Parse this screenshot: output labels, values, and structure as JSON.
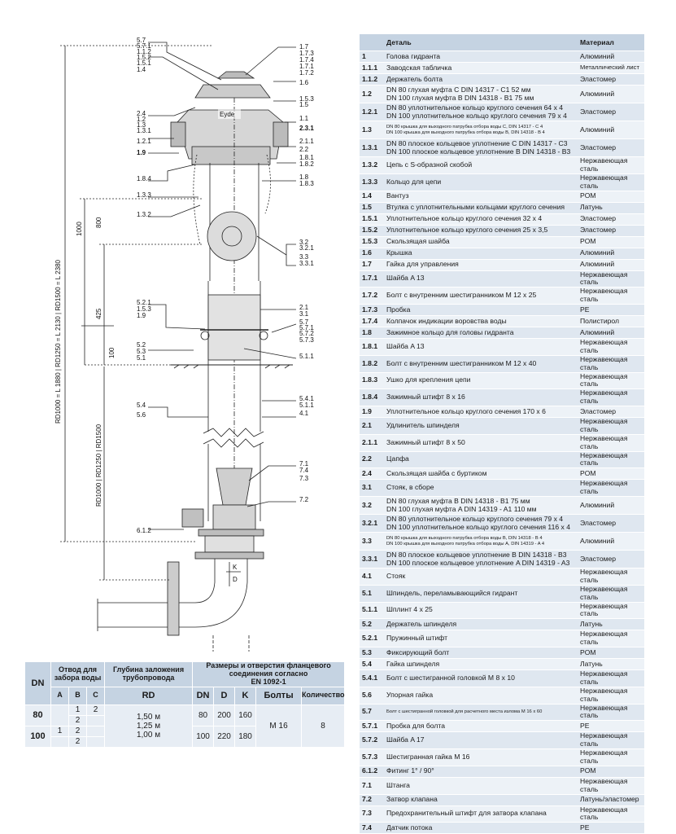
{
  "drawing": {
    "left_labels": [
      {
        "id": "5.7",
        "text": "5.7"
      },
      {
        "id": "5.7.1",
        "text": "5.7.1"
      },
      {
        "id": "1.1.2",
        "text": "1.1.2"
      },
      {
        "id": "1.5.2",
        "text": "1.5.2"
      },
      {
        "id": "1.5.1",
        "text": "1.5.1"
      },
      {
        "id": "1.4",
        "text": "1.4"
      },
      {
        "id": "2.4",
        "text": "2.4"
      },
      {
        "id": "1.2",
        "text": "1.2"
      },
      {
        "id": "1.3",
        "text": "1.3"
      },
      {
        "id": "1.3.1",
        "text": "1.3.1"
      },
      {
        "id": "1.2.1",
        "text": "1.2.1"
      },
      {
        "id": "1.9",
        "text": "1.9"
      },
      {
        "id": "1.8.4",
        "text": "1.8.4"
      },
      {
        "id": "1.3.3",
        "text": "1.3.3"
      },
      {
        "id": "1.3.2",
        "text": "1.3.2"
      },
      {
        "id": "5.2.1",
        "text": "5.2.1"
      },
      {
        "id": "1.5.3b",
        "text": "1.5.3"
      },
      {
        "id": "1.9b",
        "text": "1.9"
      },
      {
        "id": "5.2",
        "text": "5.2"
      },
      {
        "id": "5.3",
        "text": "5.3"
      },
      {
        "id": "5.1",
        "text": "5.1"
      },
      {
        "id": "5.4",
        "text": "5.4"
      },
      {
        "id": "5.6",
        "text": "5.6"
      },
      {
        "id": "6.1.2",
        "text": "6.1.2"
      }
    ],
    "right_labels": [
      {
        "id": "1.7",
        "text": "1.7"
      },
      {
        "id": "1.7.3",
        "text": "1.7.3"
      },
      {
        "id": "1.7.4",
        "text": "1.7.4"
      },
      {
        "id": "1.7.1",
        "text": "1.7.1"
      },
      {
        "id": "1.7.2",
        "text": "1.7.2"
      },
      {
        "id": "1.6",
        "text": "1.6"
      },
      {
        "id": "1.5.3",
        "text": "1.5.3"
      },
      {
        "id": "1.5",
        "text": "1.5"
      },
      {
        "id": "1.1",
        "text": "1.1"
      },
      {
        "id": "2.3.1",
        "text": "2.3.1"
      },
      {
        "id": "2.1.1",
        "text": "2.1.1"
      },
      {
        "id": "2.2",
        "text": "2.2"
      },
      {
        "id": "1.8.1",
        "text": "1.8.1"
      },
      {
        "id": "1.8.2",
        "text": "1.8.2"
      },
      {
        "id": "1.8",
        "text": "1.8"
      },
      {
        "id": "1.8.3",
        "text": "1.8.3"
      },
      {
        "id": "3.2",
        "text": "3.2"
      },
      {
        "id": "3.2.1",
        "text": "3.2.1"
      },
      {
        "id": "3.3",
        "text": "3.3"
      },
      {
        "id": "3.3.1",
        "text": "3.3.1"
      },
      {
        "id": "2.1",
        "text": "2.1"
      },
      {
        "id": "3.1",
        "text": "3.1"
      },
      {
        "id": "5.7b",
        "text": "5.7"
      },
      {
        "id": "5.7.1b",
        "text": "5.7.1"
      },
      {
        "id": "5.7.2",
        "text": "5.7.2"
      },
      {
        "id": "5.7.3",
        "text": "5.7.3"
      },
      {
        "id": "5.1.1",
        "text": "5.1.1"
      },
      {
        "id": "5.4.1",
        "text": "5.4.1"
      },
      {
        "id": "5.1.1b",
        "text": "5.1.1"
      },
      {
        "id": "4.1",
        "text": "4.1"
      },
      {
        "id": "7.1",
        "text": "7.1"
      },
      {
        "id": "7.4",
        "text": "7.4"
      },
      {
        "id": "7.3",
        "text": "7.3"
      },
      {
        "id": "7.2",
        "text": "7.2"
      }
    ],
    "dim_main": "RD1000 = L 1880 | RD1250 = L 2130 | RD1500 = L 2380",
    "dim_1000": "1000",
    "dim_800": "800",
    "dim_425": "425",
    "dim_100": "100",
    "dim_rd": "RD1000 | RD1250 | RD1500",
    "dim_k": "K",
    "dim_d": "D",
    "brand": "Eyde"
  },
  "parts_table": {
    "headers": {
      "part": "Деталь",
      "material": "Материал"
    },
    "rows": [
      {
        "code": "1",
        "name": "Голова гидранта",
        "material": "Алюминий"
      },
      {
        "code": "1.1.1",
        "name": "Заводская табличка",
        "material": "Металлический лист",
        "mat_small": true
      },
      {
        "code": "1.1.2",
        "name": "Держатель болта",
        "material": "Эластомер"
      },
      {
        "code": "1.2",
        "name": "DN 80 глухая муфта C DIN 14317 - C1 52 мм",
        "name2": "DN 100 глухая муфта B DIN 14318 - B1 75 мм",
        "material": "Алюминий"
      },
      {
        "code": "1.2.1",
        "name": "DN 80 уплотнительное кольцо круглого сечения 64 x 4",
        "name2": "DN 100 уплотнительное кольцо круглого сечения 79 x 4",
        "material": "Эластомер"
      },
      {
        "code": "1.3",
        "name": "DN 80 крышка для выходного патрубка отбора воды C, DIN 14317 - C 4",
        "name2": "DN 100 крышка для выходного патрубка отбора воды B, DIN 14318 - B 4",
        "tiny": true,
        "material": "Алюминий"
      },
      {
        "code": "1.3.1",
        "name": "DN 80 плоское кольцевое уплотнение C DIN 14317 - C3",
        "name2": "DN 100 плоское кольцевое уплотнение B DIN 14318 - B3",
        "material": "Эластомер"
      },
      {
        "code": "1.3.2",
        "name": "Цепь с S-образной скобой",
        "material": "Нержавеющая сталь"
      },
      {
        "code": "1.3.3",
        "name": "Кольцо для цепи",
        "material": "Нержавеющая сталь"
      },
      {
        "code": "1.4",
        "name": "Вантуз",
        "material": "POM"
      },
      {
        "code": "1.5",
        "name": "Втулка с уплотнительными кольцами круглого сечения",
        "material": "Латунь"
      },
      {
        "code": "1.5.1",
        "name": "Уплотнительное кольцо круглого сечения 32 x 4",
        "material": "Эластомер"
      },
      {
        "code": "1.5.2",
        "name": "Уплотнительное кольцо круглого сечения 25 x 3,5",
        "material": "Эластомер"
      },
      {
        "code": "1.5.3",
        "name": "Скользящая шайба",
        "material": "POM"
      },
      {
        "code": "1.6",
        "name": "Крышка",
        "material": "Алюминий"
      },
      {
        "code": "1.7",
        "name": "Гайка для управления",
        "material": "Алюминий"
      },
      {
        "code": "1.7.1",
        "name": "Шайба A 13",
        "material": "Нержавеющая сталь"
      },
      {
        "code": "1.7.2",
        "name": "Болт с внутренним шестигранником M 12 x 25",
        "material": "Нержавеющая сталь"
      },
      {
        "code": "1.7.3",
        "name": "Пробка",
        "material": "PE"
      },
      {
        "code": "1.7.4",
        "name": "Колпачок индикации воровства воды",
        "material": "Полистирол"
      },
      {
        "code": "1.8",
        "name": "Зажимное кольцо для головы гидранта",
        "material": "Алюминий"
      },
      {
        "code": "1.8.1",
        "name": "Шайба A 13",
        "material": "Нержавеющая сталь"
      },
      {
        "code": "1.8.2",
        "name": "Болт с внутренним шестигранником M 12 x 40",
        "material": "Нержавеющая сталь"
      },
      {
        "code": "1.8.3",
        "name": "Ушко для крепления цепи",
        "material": "Нержавеющая сталь"
      },
      {
        "code": "1.8.4",
        "name": "Зажимный штифт 8 x 16",
        "material": "Нержавеющая сталь"
      },
      {
        "code": "1.9",
        "name": "Уплотнительное кольцо круглого сечения 170 x 6",
        "material": "Эластомер"
      },
      {
        "code": "2.1",
        "name": "Удлинитель шпинделя",
        "material": "Нержавеющая сталь"
      },
      {
        "code": "2.1.1",
        "name": "Зажимный штифт 8 x 50",
        "material": "Нержавеющая сталь"
      },
      {
        "code": "2.2",
        "name": "Цапфа",
        "material": "Нержавеющая сталь"
      },
      {
        "code": "2.4",
        "name": "Скользящая шайба с буртиком",
        "material": "POM"
      },
      {
        "code": "3.1",
        "name": "Стояк, в сборе",
        "material": "Нержавеющая сталь"
      },
      {
        "code": "3.2",
        "name": "DN 80 глухая муфта B DIN 14318 - B1 75 мм",
        "name2": "DN 100 глухая муфта A DIN 14319 - A1 110 мм",
        "material": "Алюминий"
      },
      {
        "code": "3.2.1",
        "name": "DN 80 уплотнительное кольцо круглого сечения 79 x 4",
        "name2": "DN 100 уплотнительное кольцо круглого сечения 116 x 4",
        "material": "Эластомер"
      },
      {
        "code": "3.3",
        "name": "DN 80 крышка для выходного патрубка отбора воды B, DIN 14318 - B 4",
        "name2": "DN 100 крышка для выходного патрубка отбора воды A, DIN 14319 - A 4",
        "tiny": true,
        "material": "Алюминий"
      },
      {
        "code": "3.3.1",
        "name": "DN 80 плоское кольцевое уплотнение B DIN 14318 - B3",
        "name2": "DN 100 плоское кольцевое уплотнение A DIN 14319 - A3",
        "material": "Эластомер"
      },
      {
        "code": "4.1",
        "name": "Стояк",
        "material": "Нержавеющая сталь"
      },
      {
        "code": "5.1",
        "name": "Шпиндель, переламывающийся гидрант",
        "material": "Нержавеющая сталь"
      },
      {
        "code": "5.1.1",
        "name": "Шплинт 4 x 25",
        "material": "Нержавеющая сталь"
      },
      {
        "code": "5.2",
        "name": "Держатель шпинделя",
        "material": "Латунь"
      },
      {
        "code": "5.2.1",
        "name": "Пружинный штифт",
        "material": "Нержавеющая сталь"
      },
      {
        "code": "5.3",
        "name": "Фиксирующий болт",
        "material": "POM"
      },
      {
        "code": "5.4",
        "name": "Гайка шпинделя",
        "material": "Латунь"
      },
      {
        "code": "5.4.1",
        "name": "Болт с шестигранной головкой M 8 x 10",
        "material": "Нержавеющая сталь"
      },
      {
        "code": "5.6",
        "name": "Упорная гайка",
        "material": "Нержавеющая сталь"
      },
      {
        "code": "5.7",
        "name": "Болт с шестигранной головкой для расчетного места излома M 16 x 60",
        "tiny1": true,
        "material": "Нержавеющая сталь"
      },
      {
        "code": "5.7.1",
        "name": "Пробка для болта",
        "material": "PE"
      },
      {
        "code": "5.7.2",
        "name": "Шайба A 17",
        "material": "Нержавеющая сталь"
      },
      {
        "code": "5.7.3",
        "name": "Шестигранная гайка M 16",
        "material": "Нержавеющая сталь"
      },
      {
        "code": "6.1.2",
        "name": "Фитинг 1° / 90°",
        "material": "POM"
      },
      {
        "code": "7.1",
        "name": "Штанга",
        "material": "Нержавеющая сталь"
      },
      {
        "code": "7.2",
        "name": "Затвор клапана",
        "material": "Латунь/эластомер"
      },
      {
        "code": "7.3",
        "name": "Предохранительный штифт для затвора клапана",
        "material": "Нержавеющая сталь"
      },
      {
        "code": "7.4",
        "name": "Датчик потока",
        "material": "PE"
      }
    ]
  },
  "dims_table": {
    "h_dn": "DN",
    "h_outlet": "Отвод для забора воды",
    "h_depth": "Глубина заложения трубопровода",
    "h_flange": "Размеры и отверстия фланцевого соединения согласно",
    "h_flange_std": "EN 1092-1",
    "h_a": "A",
    "h_b": "B",
    "h_c": "C",
    "h_rd": "RD",
    "h_dn2": "DN",
    "h_d": "D",
    "h_k": "K",
    "h_bolts": "Болты",
    "h_qty": "Количество",
    "dn80": "80",
    "dn100": "100",
    "r1_b": "1",
    "r1_c": "2",
    "r2_b": "2",
    "r3_a": "1",
    "r3_b": "2",
    "r4_b": "2",
    "rd1": "1,50 м",
    "rd2": "1,25 м",
    "rd3": "1,00 м",
    "f80_dn": "80",
    "f80_d": "200",
    "f80_k": "160",
    "f100_dn": "100",
    "f100_d": "220",
    "f100_k": "180",
    "bolts": "M 16",
    "qty": "8"
  }
}
